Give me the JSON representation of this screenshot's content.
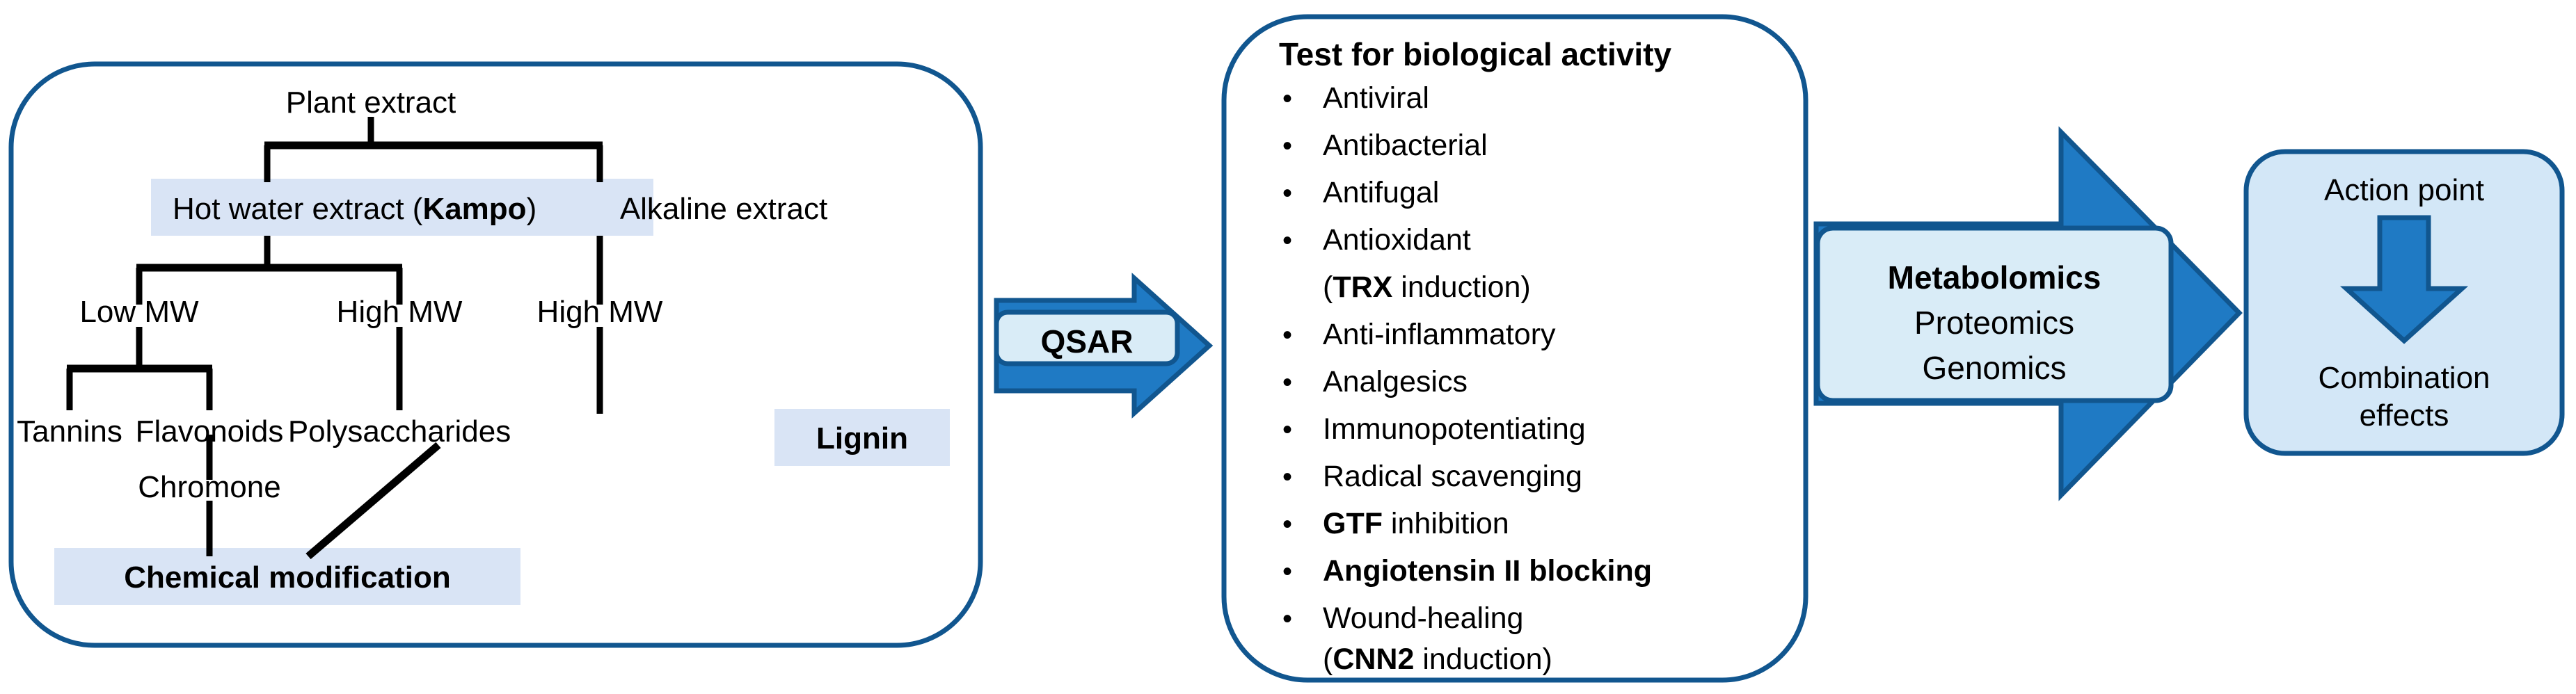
{
  "colors": {
    "panel_border": "#11568f",
    "highlight_fill": "#d9e4f5",
    "arrow_fill": "#1f7ac4",
    "arrow_stroke": "#11568f",
    "arrow_label_fill": "#d9ecf7",
    "action_box_fill": "#d3e7f7",
    "line": "#000000",
    "text": "#000000"
  },
  "extraction_panel": {
    "name": "plant-extraction-tree",
    "root": "Plant extract",
    "branches": {
      "hot_water": "Hot water extract (Kampo)",
      "hot_water_plain": "Hot water extract (",
      "hot_water_bold": "Kampo",
      "hot_water_tail": ")",
      "alkaline": "Alkaline extract"
    },
    "mw": {
      "low": "Low MW",
      "high_kampo": "High MW",
      "high_alkaline": "High MW"
    },
    "leaves": {
      "tannins": "Tannins",
      "flavonoids": "Flavonoids",
      "polysaccharides": "Polysaccharides",
      "lignin": "Lignin"
    },
    "chromone": "Chromone",
    "chemical_modification": "Chemical modification"
  },
  "qsar_arrow": {
    "label": "QSAR"
  },
  "activity_panel": {
    "title": "Test for biological activity",
    "items": [
      {
        "text": "Antiviral",
        "bold": false,
        "sub": null
      },
      {
        "text": "Antibacterial",
        "bold": false,
        "sub": null
      },
      {
        "text": "Antifugal",
        "bold": false,
        "sub": null
      },
      {
        "text": "Antioxidant",
        "bold": false,
        "sub": {
          "prefix": "(",
          "bold": "TRX",
          "suffix": " induction)"
        }
      },
      {
        "text": "Anti-inflammatory",
        "bold": false,
        "sub": null
      },
      {
        "text": "Analgesics",
        "bold": false,
        "sub": null
      },
      {
        "text": "Immunopotentiating",
        "bold": false,
        "sub": null
      },
      {
        "text": "Radical scavenging",
        "bold": false,
        "sub": null
      },
      {
        "text": "GTF inhibition",
        "bold": "GTF",
        "rest": " inhibition",
        "sub": null
      },
      {
        "text": "Angiotensin II blocking",
        "bold": true,
        "sub": null
      },
      {
        "text": "Wound-healing",
        "bold": false,
        "sub": {
          "prefix": "(",
          "bold": "CNN2",
          "suffix": " induction)"
        }
      }
    ],
    "bullet": "•"
  },
  "omics_arrow": {
    "lines": [
      {
        "text": "Metabolomics",
        "bold": true
      },
      {
        "text": "Proteomics",
        "bold": false
      },
      {
        "text": "Genomics",
        "bold": false
      }
    ]
  },
  "action_panel": {
    "title": "Action point",
    "arrow_icon": "down-arrow-icon",
    "result_line1": "Combination",
    "result_line2": "effects"
  }
}
